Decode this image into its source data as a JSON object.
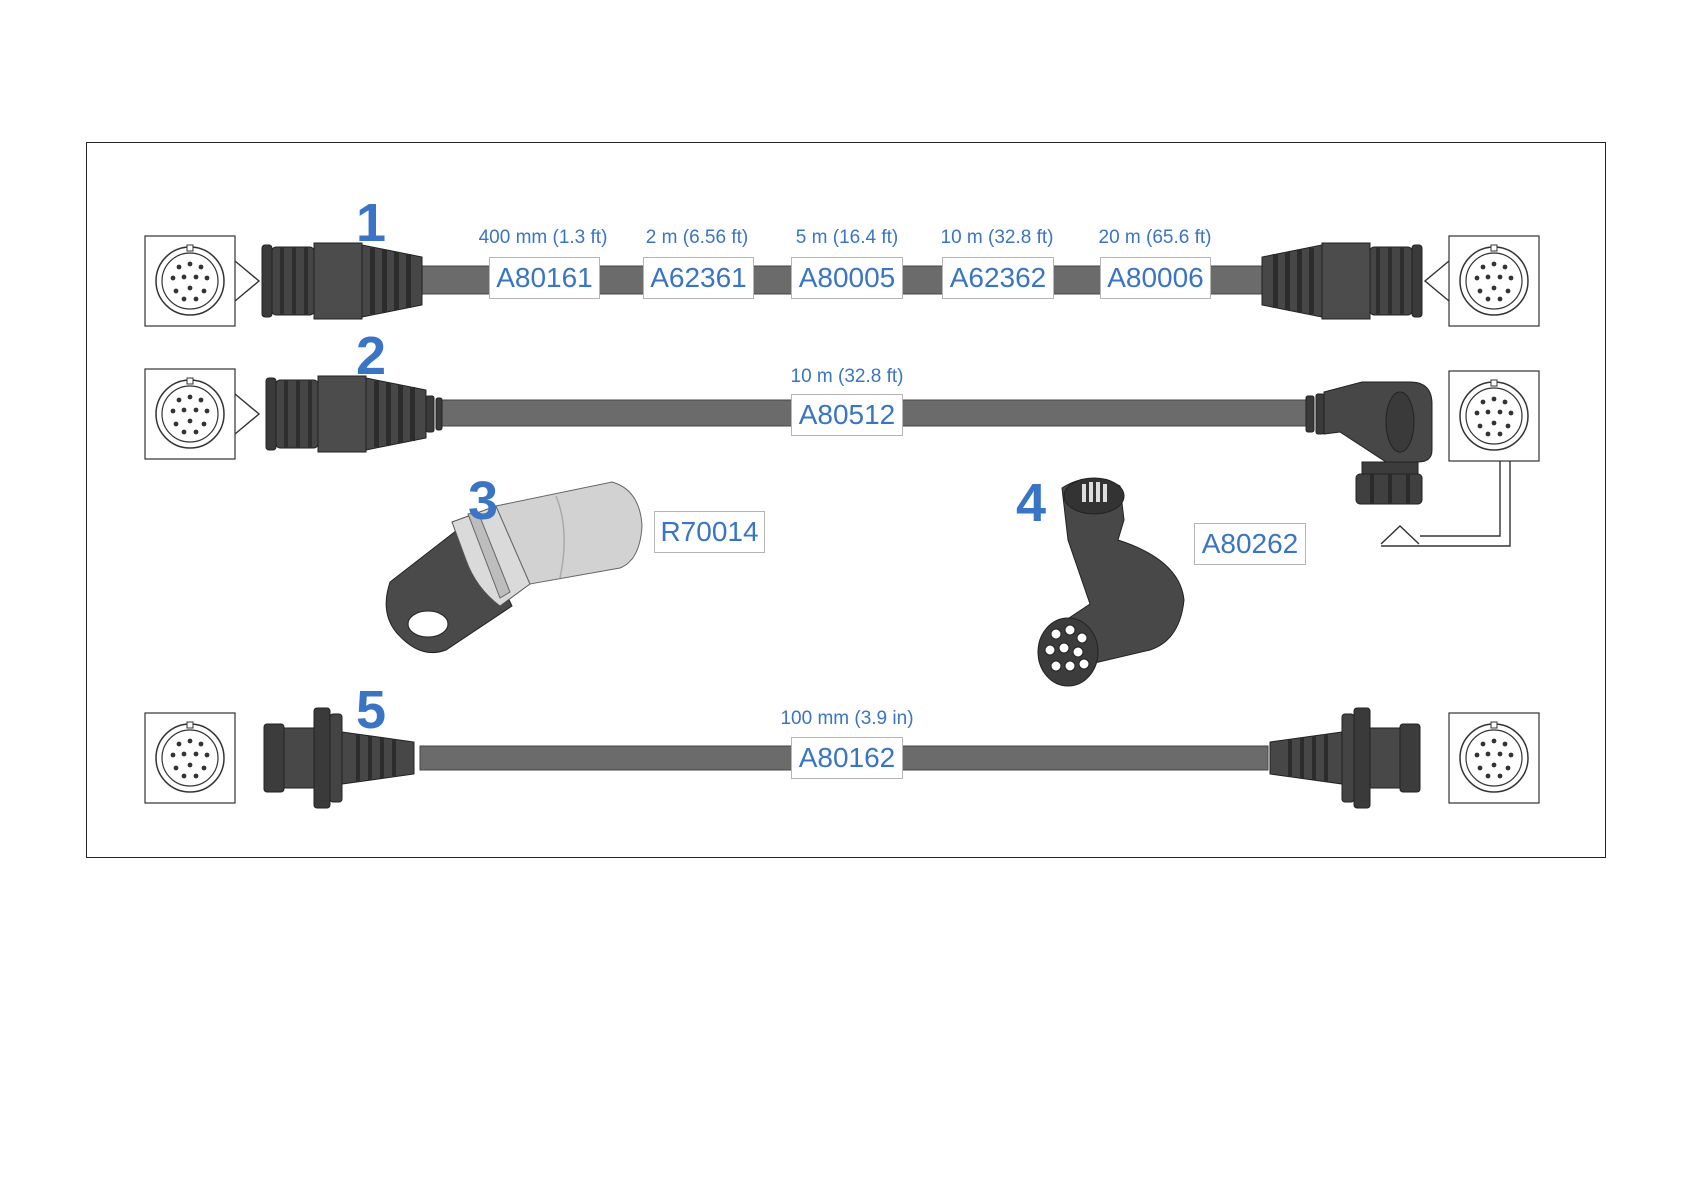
{
  "colors": {
    "accent": "#3a74c4",
    "frame": "#222222",
    "cable": "#6b6b6b",
    "connector": "#3c3c3c",
    "terminal_light": "#cfcfcf"
  },
  "items": [
    {
      "number": "1",
      "variants": [
        {
          "length": "400 mm (1.3 ft)",
          "part": "A80161"
        },
        {
          "length": "2 m (6.56 ft)",
          "part": "A62361"
        },
        {
          "length": "5 m (16.4 ft)",
          "part": "A80005"
        },
        {
          "length": "10 m (32.8 ft)",
          "part": "A62362"
        },
        {
          "length": "20 m (65.6 ft)",
          "part": "A80006"
        }
      ]
    },
    {
      "number": "2",
      "variants": [
        {
          "length": "10 m (32.8 ft)",
          "part": "A80512"
        }
      ]
    },
    {
      "number": "3",
      "variants": [
        {
          "part": "R70014"
        }
      ]
    },
    {
      "number": "4",
      "variants": [
        {
          "part": "A80262"
        }
      ]
    },
    {
      "number": "5",
      "variants": [
        {
          "length": "100 mm (3.9 in)",
          "part": "A80162"
        }
      ]
    }
  ]
}
